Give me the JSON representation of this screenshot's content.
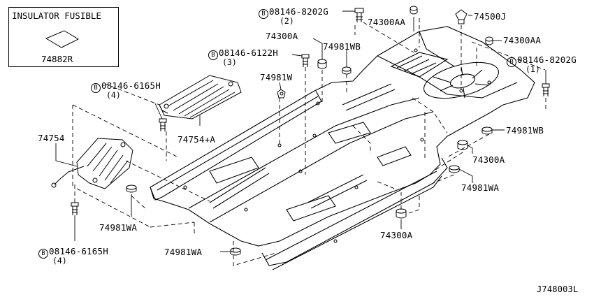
{
  "inset": {
    "title": "INSULATOR FUSIBLE",
    "part": "74882R"
  },
  "bolt_prefix": "B",
  "callouts": [
    {
      "id": "bolt-8202g-top",
      "part": "08146-8202G",
      "qty": "(2)",
      "bolt": true
    },
    {
      "id": "74300aa-top",
      "part": "74300AA",
      "bolt": false
    },
    {
      "id": "74500j",
      "part": "74500J",
      "bolt": false
    },
    {
      "id": "74300aa-right",
      "part": "74300AA",
      "bolt": false
    },
    {
      "id": "bolt-8202g-right",
      "part": "08146-8202G",
      "qty": "(1)",
      "bolt": true
    },
    {
      "id": "74300a-upper",
      "part": "74300A",
      "bolt": false
    },
    {
      "id": "74981wb-upper",
      "part": "74981WB",
      "bolt": false
    },
    {
      "id": "bolt-6122h",
      "part": "08146-6122H",
      "qty": "(3)",
      "bolt": true
    },
    {
      "id": "74981w",
      "part": "74981W",
      "bolt": false
    },
    {
      "id": "bolt-6165h-upper",
      "part": "08146-6165H",
      "qty": "(4)",
      "bolt": true
    },
    {
      "id": "74754a",
      "part": "74754+A",
      "bolt": false
    },
    {
      "id": "74754",
      "part": "74754",
      "bolt": false
    },
    {
      "id": "74981wb-right",
      "part": "74981WB",
      "bolt": false
    },
    {
      "id": "74300a-right",
      "part": "74300A",
      "bolt": false
    },
    {
      "id": "74981wa-right",
      "part": "74981WA",
      "bolt": false
    },
    {
      "id": "74981wa-left",
      "part": "74981WA",
      "bolt": false
    },
    {
      "id": "74300a-bottom",
      "part": "74300A",
      "bolt": false
    },
    {
      "id": "74981wa-bottom",
      "part": "74981WA",
      "bolt": false
    },
    {
      "id": "bolt-6165h-lower",
      "part": "08146-6165H",
      "qty": "(4)",
      "bolt": true
    }
  ],
  "diagram_code": "J748003L"
}
